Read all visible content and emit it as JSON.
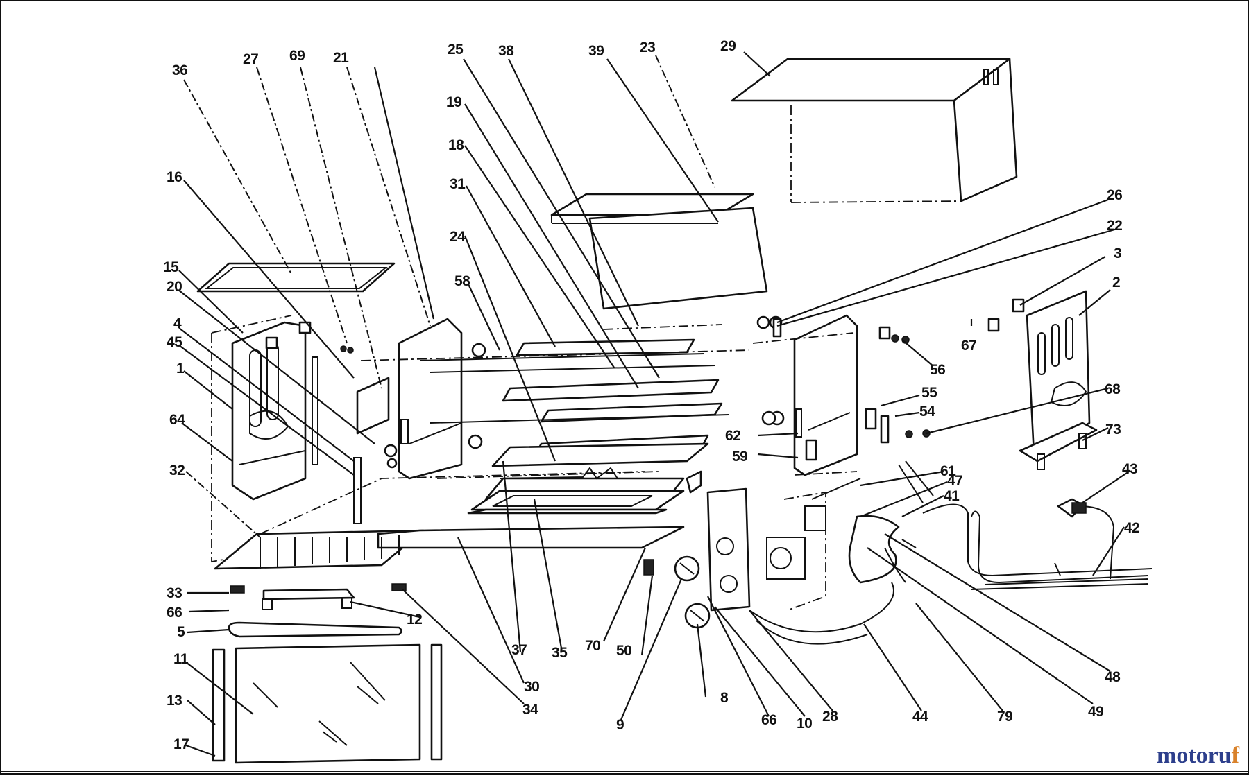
{
  "labels": [
    "36",
    "27",
    "69",
    "21",
    "25",
    "38",
    "39",
    "23",
    "29",
    "19",
    "18",
    "16",
    "31",
    "24",
    "58",
    "15",
    "20",
    "4",
    "45",
    "1",
    "64",
    "32",
    "33",
    "66",
    "5",
    "11",
    "13",
    "17",
    "12",
    "34",
    "30",
    "37",
    "35",
    "70",
    "50",
    "9",
    "8",
    "66",
    "10",
    "28",
    "44",
    "79",
    "49",
    "48",
    "41",
    "47",
    "61",
    "42",
    "43",
    "73",
    "68",
    "55",
    "54",
    "56",
    "67",
    "3",
    "2",
    "22",
    "26",
    "62",
    "59"
  ],
  "watermark": {
    "brand": "motoruf",
    "accent_color": "#2d3f8c",
    "highlight_color": "#d9822b"
  }
}
